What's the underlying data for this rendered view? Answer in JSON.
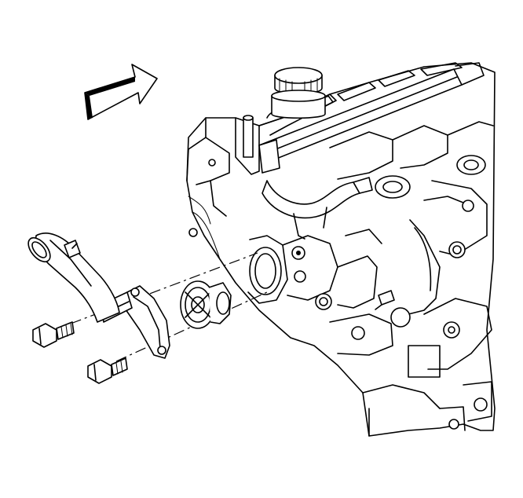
{
  "figure": {
    "colors": {
      "ink": "#000000",
      "paper": "#ffffff"
    },
    "icons": [
      "front-direction-arrow-icon"
    ],
    "parts": [
      "engine-block",
      "coolant-outlet-pipe",
      "thermostat-housing",
      "thermostat",
      "housing-bolt-upper",
      "housing-bolt-lower",
      "fuel-rail",
      "oil-fill-cap"
    ]
  }
}
